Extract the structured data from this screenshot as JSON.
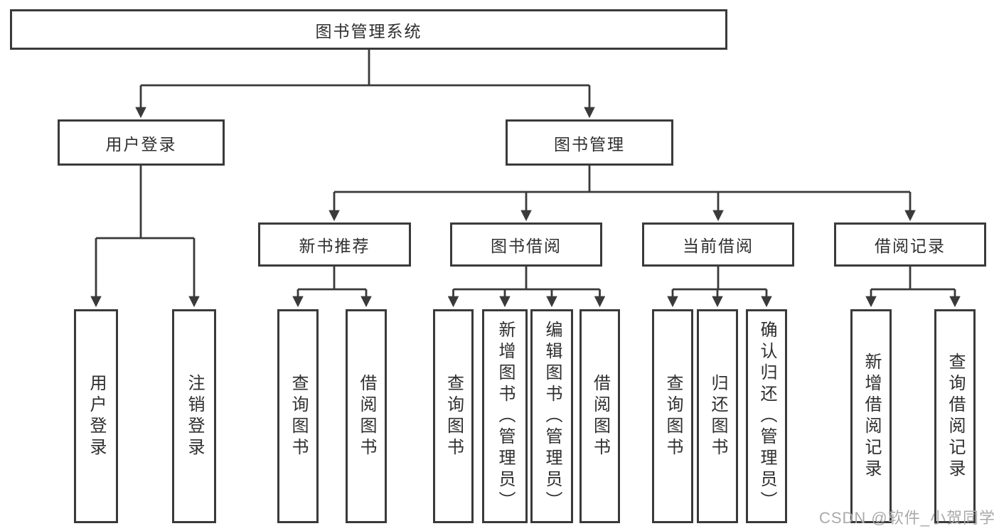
{
  "tree": {
    "label": "图书管理系统",
    "children": [
      {
        "label": "用户登录",
        "children": [
          {
            "label": "用户登录"
          },
          {
            "label": "注销登录"
          }
        ]
      },
      {
        "label": "图书管理",
        "children": [
          {
            "label": "新书推荐",
            "children": [
              {
                "label": "查询图书"
              },
              {
                "label": "借阅图书"
              }
            ]
          },
          {
            "label": "图书借阅",
            "children": [
              {
                "label": "查询图书"
              },
              {
                "label": "新增图书（管理员）"
              },
              {
                "label": "编辑图书（管理员）"
              },
              {
                "label": "借阅图书"
              }
            ]
          },
          {
            "label": "当前借阅",
            "children": [
              {
                "label": "查询图书"
              },
              {
                "label": "归还图书"
              },
              {
                "label": "确认归还（管理员）"
              }
            ]
          },
          {
            "label": "借阅记录",
            "children": [
              {
                "label": "新增借阅记录"
              },
              {
                "label": "查询借阅记录"
              }
            ]
          }
        ]
      }
    ]
  },
  "watermark": {
    "text": "CSDN @软件_小贺同学"
  },
  "colors": {
    "line": "#3a3a3a",
    "text": "#2f2f2f",
    "background": "#ffffff",
    "watermark": "#aaaaaa"
  }
}
